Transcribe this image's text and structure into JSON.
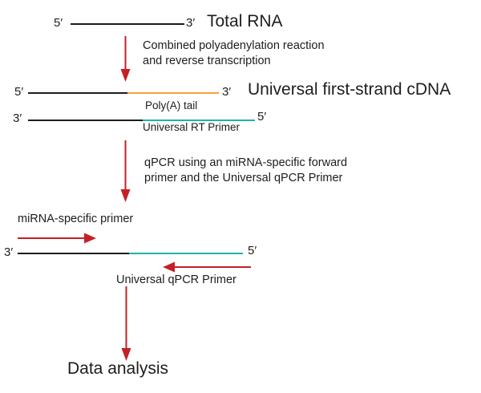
{
  "colors": {
    "arrow_red": "#c42127",
    "poly_a_orange": "#f5a13a",
    "primer_teal": "#1fb1b0",
    "strand_black": "#1d1d1b"
  },
  "step1": {
    "five_prime": "5′",
    "three_prime": "3′",
    "molecule_label": "Total RNA",
    "caption_line1": "Combined polyadenylation reaction",
    "caption_line2": "and reverse transcription"
  },
  "step2": {
    "top_five_prime": "5′",
    "top_three_prime": "3′",
    "molecule_label": "Universal first-strand cDNA",
    "poly_a_label": "Poly(A) tail",
    "bottom_three_prime": "3′",
    "bottom_five_prime": "5′",
    "rt_primer_label": "Universal RT Primer",
    "caption_line1": "qPCR using an miRNA-specific forward",
    "caption_line2": "primer and the Universal qPCR Primer"
  },
  "step3": {
    "forward_primer_label": "miRNA-specific primer",
    "three_prime": "3′",
    "five_prime": "5′",
    "reverse_primer_label": "Universal qPCR Primer"
  },
  "step4": {
    "label": "Data analysis"
  }
}
